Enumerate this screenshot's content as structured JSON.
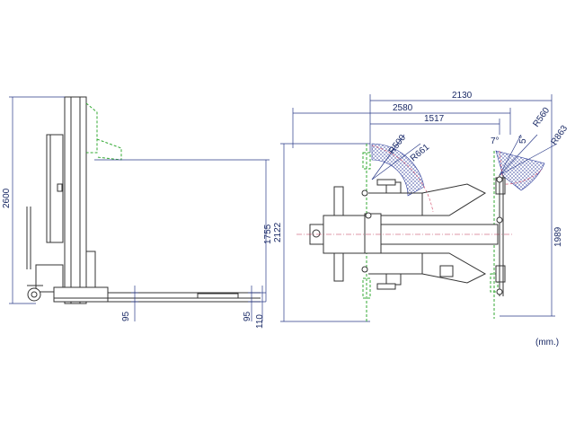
{
  "dimensions": {
    "height_total": "2600",
    "height_fork": "1755",
    "fork_95_left": "95",
    "fork_95_right": "95",
    "fork_110": "110",
    "width_2130": "2130",
    "width_2580": "2580",
    "width_1517": "1517",
    "radius_500": "R500",
    "radius_661": "R661",
    "radius_560": "R560",
    "radius_863": "R863",
    "angle_7": "7°",
    "angle_5": "5°",
    "depth_2122": "2122",
    "depth_1989": "1989"
  },
  "units": "(mm.)",
  "colors": {
    "dimension": "#1a2a66",
    "machine": "#333333",
    "hatch": "#2a3a99",
    "clearance": "#d04060",
    "green": "#33aa33"
  }
}
